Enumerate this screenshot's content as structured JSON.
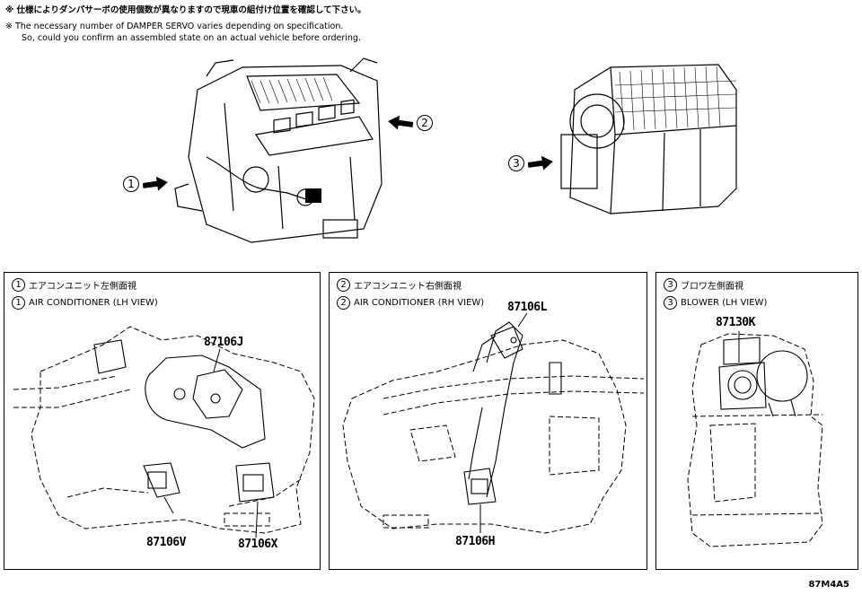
{
  "notes": {
    "jp": "※ 仕様によりダンパサーボの使用個数が異なりますので現車の組付け位置を確認して下さい。",
    "en1": "※ The necessary number of DAMPER SERVO varies depending on specification.",
    "en2": "So, could you confirm an assembled state on an actual vehicle before ordering."
  },
  "callouts": {
    "c1": "1",
    "c2": "2",
    "c3": "3"
  },
  "panels": [
    {
      "num": "1",
      "title_jp": "エアコンユニット左側面視",
      "title_en": "AIR CONDITIONER (LH VIEW)",
      "parts": [
        "87106J",
        "87106V",
        "87106X"
      ]
    },
    {
      "num": "2",
      "title_jp": "エアコンユニット右側面視",
      "title_en": "AIR CONDITIONER (RH VIEW)",
      "parts": [
        "87106L",
        "87106H"
      ]
    },
    {
      "num": "3",
      "title_jp": "ブロワ左側面視",
      "title_en": "BLOWER (LH VIEW)",
      "parts": [
        "87130K"
      ]
    }
  ],
  "figure_code": "87M4A5"
}
